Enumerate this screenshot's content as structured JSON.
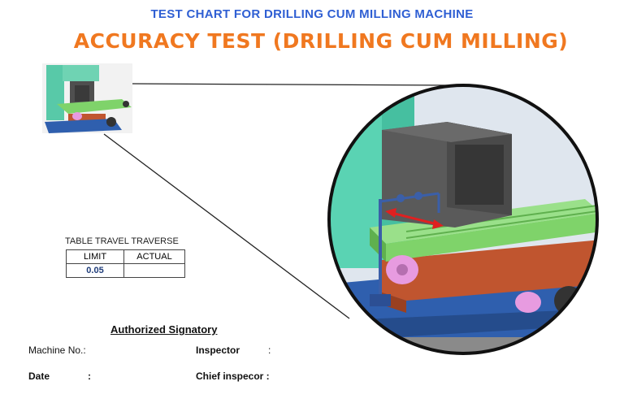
{
  "header": {
    "title": "TEST CHART FOR DRILLING CUM MILLING MACHINE",
    "subtitle": "ACCURACY TEST (DRILLING CUM MILLING)"
  },
  "figure": {
    "thumbnail_icon": "drilling-milling-machine-thumbnail",
    "detail_icon": "table-travel-dial-indicator-closeup",
    "arrow_color": "#e02020",
    "table_color": "#7fd36a",
    "saddle_color": "#c0552f",
    "base_color": "#2f5fae",
    "head_color": "#5a5a5a"
  },
  "travel_table": {
    "caption": "TABLE TRAVEL TRAVERSE",
    "columns": [
      "LIMIT",
      "ACTUAL"
    ],
    "rows": [
      [
        "0.05",
        ""
      ]
    ]
  },
  "signatory": {
    "title": "Authorized Signatory",
    "machine_no": "Machine No.:",
    "inspector": "Inspector",
    "inspector_colon": ":",
    "date": "Date",
    "date_colon": ":",
    "chief_inspector": "Chief inspecor :"
  }
}
